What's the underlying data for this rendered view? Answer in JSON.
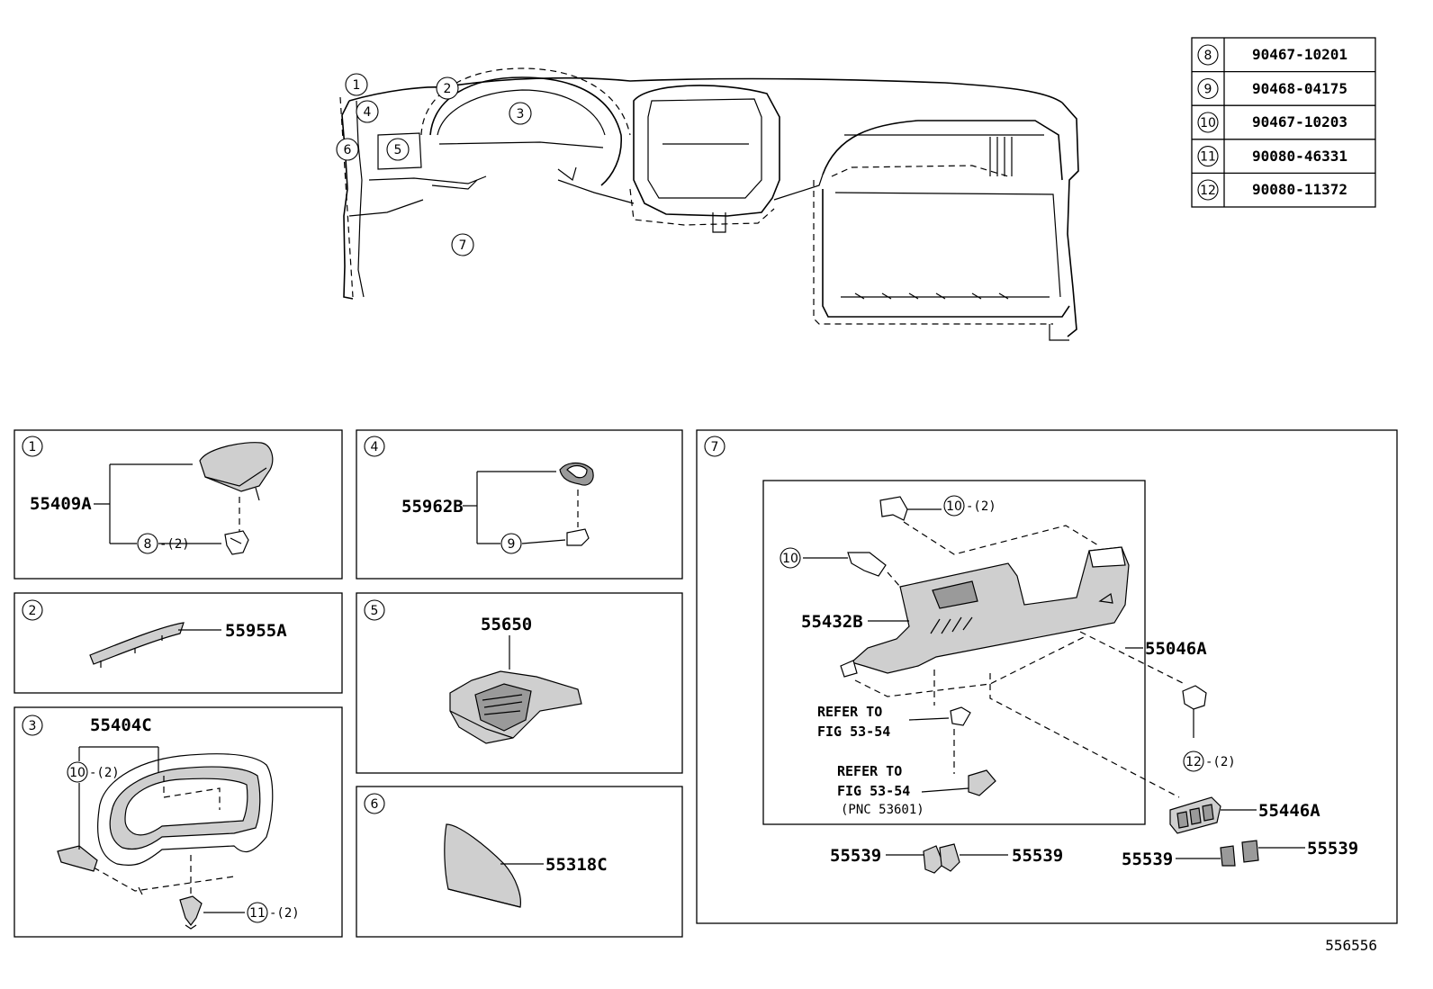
{
  "fastener_table": [
    {
      "ref": "8",
      "part": "90467-10201"
    },
    {
      "ref": "9",
      "part": "90468-04175"
    },
    {
      "ref": "10",
      "part": "90467-10203"
    },
    {
      "ref": "11",
      "part": "90080-46331"
    },
    {
      "ref": "12",
      "part": "90080-11372"
    }
  ],
  "overview_callouts": [
    "1",
    "2",
    "3",
    "4",
    "5",
    "6",
    "7"
  ],
  "panels": {
    "p1": {
      "ref": "1",
      "part": "55409A",
      "fastener": "8",
      "qty": "-(2)"
    },
    "p2": {
      "ref": "2",
      "part": "55955A"
    },
    "p3": {
      "ref": "3",
      "part": "55404C",
      "fastener_a": "10",
      "qty_a": "-(2)",
      "fastener_b": "11",
      "qty_b": "-(2)"
    },
    "p4": {
      "ref": "4",
      "part": "55962B",
      "fastener": "9"
    },
    "p5": {
      "ref": "5",
      "part": "55650"
    },
    "p6": {
      "ref": "6",
      "part": "55318C"
    },
    "p7": {
      "ref": "7",
      "clip_top": "10",
      "clip_top_qty": "-(2)",
      "clip_left": "10",
      "lower_cover": "55432B",
      "undercover": "55046A",
      "screw_ref": "12",
      "screw_qty": "-(2)",
      "refer1": [
        "REFER TO",
        "FIG 53-54"
      ],
      "refer2": [
        "REFER TO",
        "FIG 53-54",
        "(PNC 53601)"
      ],
      "switch": "55446A",
      "plug_a": "55539",
      "plug_b": "55539",
      "plug_c": "55539",
      "plug_d": "55539"
    }
  },
  "diagram_id": "556556"
}
